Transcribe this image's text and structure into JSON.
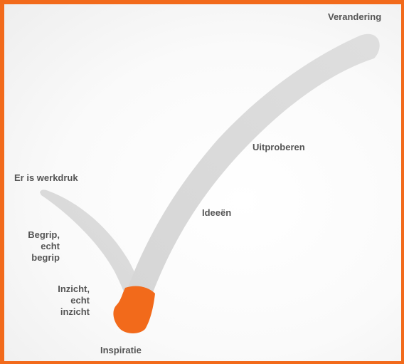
{
  "labels": {
    "verandering": "Verandering",
    "uitproberen": "Uitproberen",
    "ideeen": "Ideeën",
    "werkdruk": "Er is werkdruk",
    "begrip": "Begrip,\necht\nbegrip",
    "inzicht": "Inzicht,\necht\ninzicht",
    "inspiratie": "Inspiratie"
  },
  "colors": {
    "frame": "#f26a1b",
    "stroke": "#d9d9d9",
    "marker": "#f26a1b",
    "text": "#555555"
  }
}
